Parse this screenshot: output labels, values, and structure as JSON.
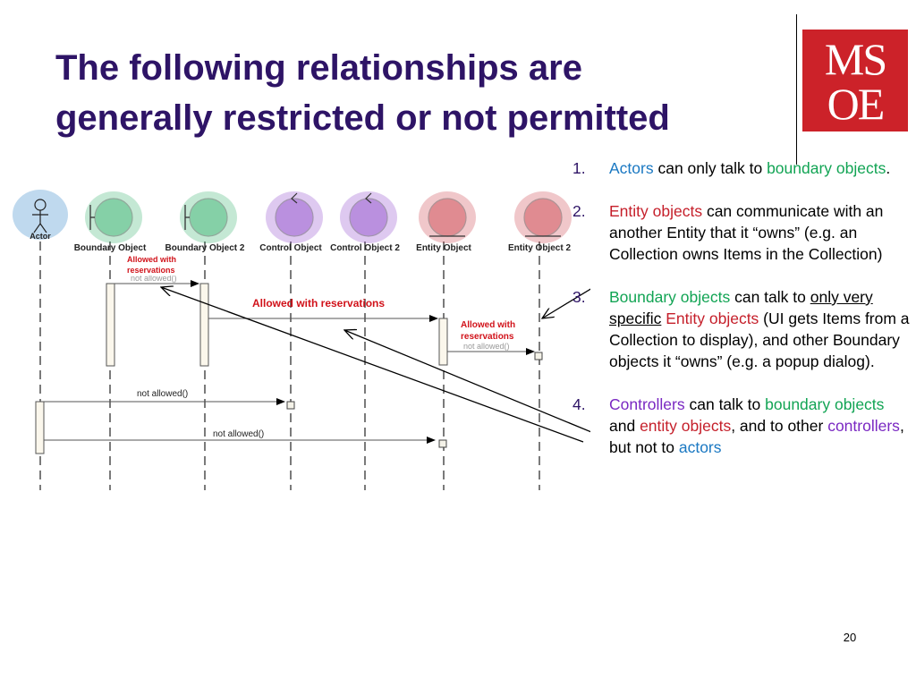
{
  "slide": {
    "title_line1": "The following relationships are",
    "title_line2": "generally restricted or not permitted",
    "logo_line1": "MS",
    "logo_line2": "OE",
    "page_number": "20"
  },
  "rules": [
    {
      "num": "1.",
      "parts": [
        {
          "text": "Actors",
          "color": "blue"
        },
        {
          "text": " can only talk to "
        },
        {
          "text": "boundary objects",
          "color": "green"
        },
        {
          "text": "."
        }
      ]
    },
    {
      "num": "2.",
      "parts": [
        {
          "text": "Entity objects",
          "color": "red"
        },
        {
          "text": " can communicate with an another Entity that it “owns” (e.g. an Collection owns Items in the Collection)"
        }
      ]
    },
    {
      "num": "3.",
      "parts": [
        {
          "text": "Boundary objects",
          "color": "green"
        },
        {
          "text": " can talk to "
        },
        {
          "text": "only very specific",
          "underline": true
        },
        {
          "text": " "
        },
        {
          "text": "Entity objects",
          "color": "red"
        },
        {
          "text": " (UI gets Items from a Collection to display), and other Boundary objects it “owns” (e.g. a popup dialog)."
        }
      ]
    },
    {
      "num": "4.",
      "parts": [
        {
          "text": "Controllers",
          "color": "purple"
        },
        {
          "text": " can talk to "
        },
        {
          "text": "boundary objects",
          "color": "green"
        },
        {
          "text": " and "
        },
        {
          "text": "entity objects",
          "color": "red"
        },
        {
          "text": ", and to other "
        },
        {
          "text": "controllers",
          "color": "purple"
        },
        {
          "text": ", but not to "
        },
        {
          "text": "actors",
          "color": "blue"
        }
      ]
    }
  ],
  "diagram": {
    "lifelines": [
      {
        "label": "Actor",
        "kind": "actor",
        "color": "#1a78c2"
      },
      {
        "label": "Boundary Object",
        "kind": "boundary",
        "color": "#12a454"
      },
      {
        "label": "Boundary Object 2",
        "kind": "boundary",
        "color": "#12a454"
      },
      {
        "label": "Control Object",
        "kind": "control",
        "color": "#7a28c2"
      },
      {
        "label": "Control Object 2",
        "kind": "control",
        "color": "#7a28c2"
      },
      {
        "label": "Entity Object",
        "kind": "entity",
        "color": "#c51f2a"
      },
      {
        "label": "Entity Object 2",
        "kind": "entity",
        "color": "#c51f2a"
      }
    ],
    "messages": [
      {
        "from": 1,
        "to": 2,
        "label": "not allowed()",
        "obscured": true
      },
      {
        "from": 2,
        "to": 5,
        "label": "",
        "obscured": true
      },
      {
        "from": 5,
        "to": 6,
        "label": "not allowed()",
        "obscured": true
      },
      {
        "from": 0,
        "to": 3,
        "label": "not allowed()",
        "obscured": false
      },
      {
        "from": 0,
        "to": 5,
        "label": "not allowed()",
        "obscured": false
      }
    ],
    "annotations": {
      "allowed_small": "Allowed with reservations",
      "allowed_main": "Allowed with reservations",
      "allowed_entity": "Allowed with reservations"
    },
    "colors": {
      "boundary": "#12a454",
      "control": "#7a28c2",
      "entity": "#c51f2a",
      "actor": "#1a78c2",
      "annotation": "#d1121a"
    }
  }
}
